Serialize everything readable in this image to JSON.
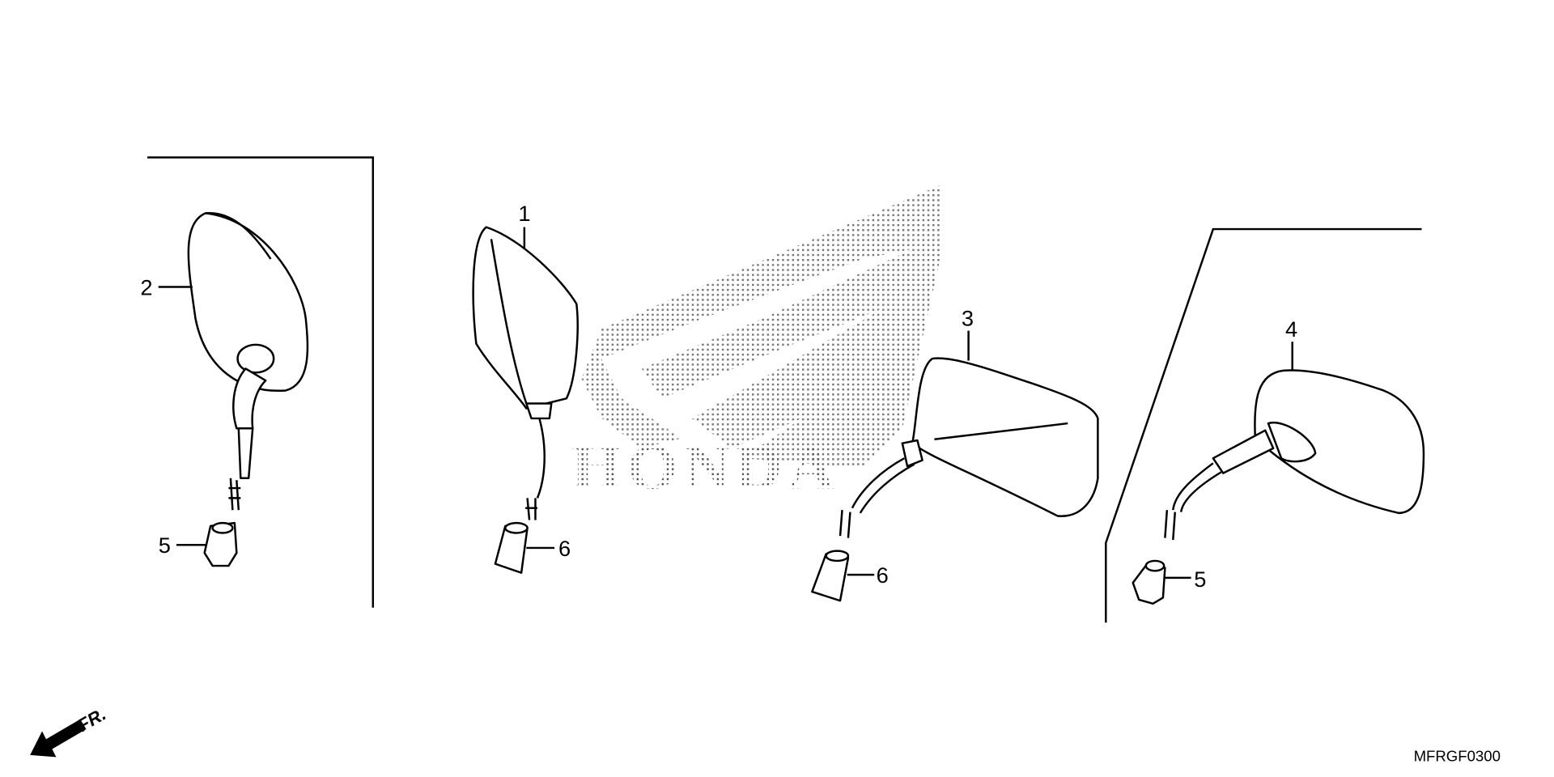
{
  "diagram": {
    "watermark": "HONDA",
    "code": "MFRGF0300",
    "direction": "FR.",
    "callouts": [
      {
        "id": "c1",
        "label": "1"
      },
      {
        "id": "c2",
        "label": "2"
      },
      {
        "id": "c3",
        "label": "3"
      },
      {
        "id": "c4",
        "label": "4"
      },
      {
        "id": "c5a",
        "label": "5"
      },
      {
        "id": "c6a",
        "label": "6"
      },
      {
        "id": "c6b",
        "label": "6"
      },
      {
        "id": "c5b",
        "label": "5"
      }
    ]
  }
}
